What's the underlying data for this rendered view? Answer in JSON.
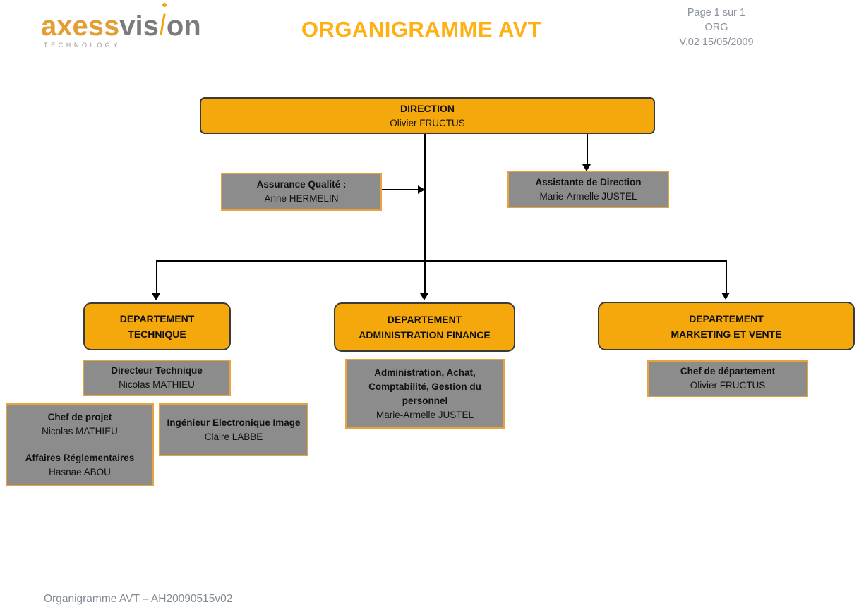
{
  "header": {
    "logo": {
      "part1": "axess",
      "part2": "vis",
      "part3": "on",
      "tagline": "TECHNOLOGY",
      "accent_icon": "orange-slash-i"
    },
    "title": "ORGANIGRAMME AVT",
    "meta": {
      "page": "Page 1 sur 1",
      "code": "ORG",
      "version": "V.02 15/05/2009"
    }
  },
  "nodes": {
    "direction": {
      "title": "DIRECTION",
      "name": "Olivier FRUCTUS"
    },
    "assurance_qualite": {
      "title": "Assurance Qualité :",
      "name": "Anne HERMELIN"
    },
    "assistante_direction": {
      "title": "Assistante de Direction",
      "name": "Marie-Armelle JUSTEL"
    },
    "dept_technique": {
      "line1": "DEPARTEMENT",
      "line2": "TECHNIQUE"
    },
    "directeur_technique": {
      "title": "Directeur Technique",
      "name": "Nicolas MATHIEU"
    },
    "chef_projet": {
      "role1": "Chef de projet",
      "name1": "Nicolas MATHIEU",
      "role2": "Affaires Réglementaires",
      "name2": "Hasnae ABOU"
    },
    "ingenieur_electronique": {
      "title": "Ingénieur Electronique Image",
      "name": "Claire LABBE"
    },
    "dept_admin_finance": {
      "line1": "DEPARTEMENT",
      "line2": "ADMINISTRATION FINANCE"
    },
    "admin_team": {
      "title": "Administration, Achat, Comptabilité, Gestion du personnel",
      "name": "Marie-Armelle JUSTEL"
    },
    "dept_marketing": {
      "line1": "DEPARTEMENT",
      "line2": "MARKETING ET VENTE"
    },
    "chef_departement": {
      "title": "Chef de département",
      "name": "Olivier FRUCTUS"
    }
  },
  "footer": {
    "reference": "Organigramme AVT – AH20090515v02"
  },
  "colors": {
    "box_orange": "#F5A80C",
    "box_gray": "#8C8C8C",
    "gray_box_border": "#E8A33D",
    "orange_box_border": "#3A3A3A",
    "title_orange": "#FFB012",
    "logo_orange": "#E39E35",
    "logo_gray": "#7B7B7B",
    "meta_gray": "#8B919C",
    "connector_black": "#000000"
  }
}
